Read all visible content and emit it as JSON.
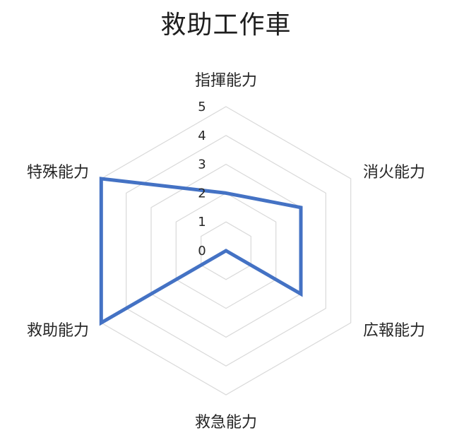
{
  "chart_data": {
    "type": "radar",
    "title": "救助工作車",
    "categories": [
      "指揮能力",
      "消火能力",
      "広報能力",
      "救急能力",
      "救助能力",
      "特殊能力"
    ],
    "tick_labels": [
      "0",
      "1",
      "2",
      "3",
      "4",
      "5"
    ],
    "rlim": [
      0,
      5
    ],
    "grid": true,
    "legend": "none",
    "series": [
      {
        "values": [
          2,
          3,
          3,
          0,
          5,
          5
        ],
        "color": "#4472c4"
      }
    ],
    "grid_color": "#d9d9d9"
  }
}
